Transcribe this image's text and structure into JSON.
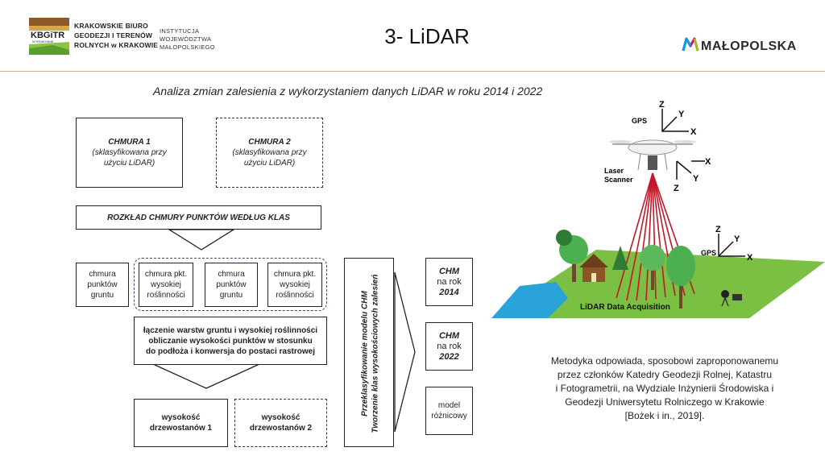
{
  "header": {
    "logo_text": "KBGiTR",
    "logo_subtext": "W KRAKOWIE",
    "org_lines": [
      "KRAKOWSKIE BIURO",
      "GEODEZJI I TERENÓW",
      "ROLNYCH w KRAKOWIE"
    ],
    "inst_lines": [
      "INSTYTUCJA",
      "WOJEWÓDZTWA",
      "MAŁOPOLSKIEGO"
    ],
    "slide_title": "3- LiDAR",
    "region_logo_text": "MAŁOPOLSKA"
  },
  "subtitle": "Analiza zmian zalesienia z wykorzystaniem danych LiDAR w roku 2014 i 2022",
  "flow": {
    "cloud1_title": "CHMURA 1",
    "cloud1_note": "(sklasyfikowana przy użyciu LiDAR)",
    "cloud2_title": "CHMURA 2",
    "cloud2_note": "(sklasyfikowana przy użyciu LiDAR)",
    "distribution": "ROZKŁAD CHMURY PUNKTÓW WEDŁUG KLAS",
    "ground1": "chmura punktów gruntu",
    "veg1": "chmura pkt. wysokiej roślinności",
    "ground2": "chmura punktów gruntu",
    "veg2": "chmura pkt. wysokiej roślinności",
    "merge_lines": [
      "łączenie warstw gruntu i wysokiej roślinności",
      "obliczanie wysokości punktów w stosunku",
      "do podłoża i konwersja do postaci rastrowej"
    ],
    "height1": "wysokość drzewostanów 1",
    "height2": "wysokość drzewostanów 2",
    "vertical_lines": [
      "Przeklasyfikowanie modelu CHM",
      "Tworzenie klas wysokościowych zalesień"
    ],
    "chm1_label": "CHM",
    "chm1_sub": "na rok",
    "chm1_year": "2014",
    "chm2_label": "CHM",
    "chm2_sub": "na rok",
    "chm2_year": "2022",
    "diff_model": "model różnicowy"
  },
  "illustration": {
    "gps_top": "GPS",
    "gps_ground": "GPS",
    "laser_scanner": "Laser Scanner",
    "acquisition": "LiDAR Data Acquisition",
    "axis_x": "X",
    "axis_y": "Y",
    "axis_z": "Z"
  },
  "methodology_lines": [
    "Metodyka odpowiada, sposobowi zaproponowanemu",
    "przez członków Katedry Geodezji Rolnej, Katastru",
    "i Fotogrametrii, na Wydziale Inżynierii Środowiska i",
    "Geodezji Uniwersytetu Rolniczego w Krakowie",
    "[Bożek i in., 2019]."
  ],
  "colors": {
    "accent_line": "#c9b38a",
    "grass": "#7bc043",
    "water": "#29a3d9",
    "laser": "#c0182a",
    "tree": "#4caf50"
  }
}
